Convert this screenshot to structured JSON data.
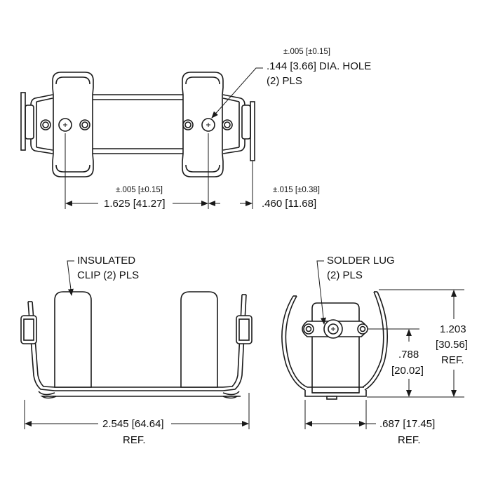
{
  "colors": {
    "ink": "#1a1a1a",
    "background": "#ffffff"
  },
  "top_view": {
    "tol_hole_spacing": "±.005 [±0.15]",
    "dim_hole_spacing": "1.625 [41.27]",
    "tol_lug_offset": "±.015 [±0.38]",
    "dim_lug_offset": ".460 [11.68]",
    "hole_tol": "±.005 [±0.15]",
    "hole_label_line1": ".144 [3.66] DIA. HOLE",
    "hole_label_line2": "(2) PLS"
  },
  "front_view": {
    "clip_label_line1": "INSULATED",
    "clip_label_line2": "CLIP (2) PLS",
    "dim_length": "2.545 [64.64]",
    "dim_length_ref": "REF."
  },
  "side_view": {
    "lug_label_line1": "SOLDER LUG",
    "lug_label_line2": "(2) PLS",
    "dim_height_line1": "1.203",
    "dim_height_line2": "[30.56]",
    "dim_height_ref": "REF.",
    "dim_lug_height_line1": ".788",
    "dim_lug_height_line2": "[20.02]",
    "dim_width": ".687 [17.45]",
    "dim_width_ref": "REF."
  }
}
